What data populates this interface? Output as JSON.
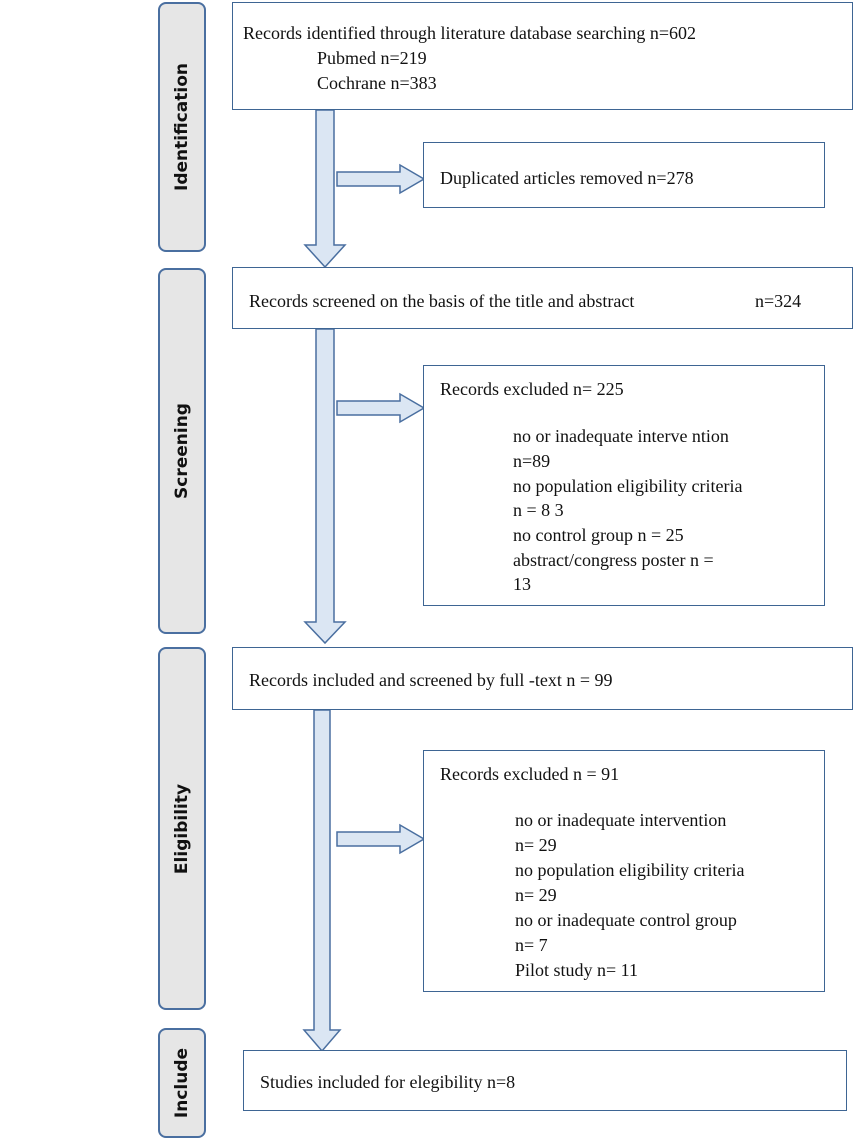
{
  "stages": {
    "identification": "Identification",
    "screening": "Screening",
    "eligibility": "Eligibility",
    "include": "Include"
  },
  "identified": {
    "title": "Records identified through literature database searching n=602",
    "pubmed": "Pubmed n=219",
    "cochrane": "Cochrane n=383"
  },
  "duplicates": {
    "text": "Duplicated articles removed n=278"
  },
  "screened": {
    "text": "Records screened on the basis of the title and abstract",
    "count": "n=324"
  },
  "excluded_screening": {
    "title": "Records excluded n= 225",
    "items": [
      "no or inadequate interve   ntion",
      "n=89",
      "no population eligibility criteria",
      "n = 8 3",
      "no control group n = 25",
      "abstract/congress poster n =",
      "13"
    ]
  },
  "fulltext": {
    "text": "Records included and screened by full   -text n = 99"
  },
  "excluded_eligibility": {
    "title": "Records excluded n = 91",
    "items": [
      "no or inadequate intervention",
      "n= 29",
      "no population eligibility criteria",
      "n= 29",
      "no or inadequate control group",
      "n= 7",
      "Pilot study n= 11"
    ]
  },
  "included": {
    "text": "Studies included for elegibility n=8"
  },
  "colors": {
    "arrow_fill": "#dbe6f3",
    "arrow_stroke": "#4a6fa0",
    "box_border": "#3e6593",
    "stage_fill": "#e6e6e6"
  }
}
